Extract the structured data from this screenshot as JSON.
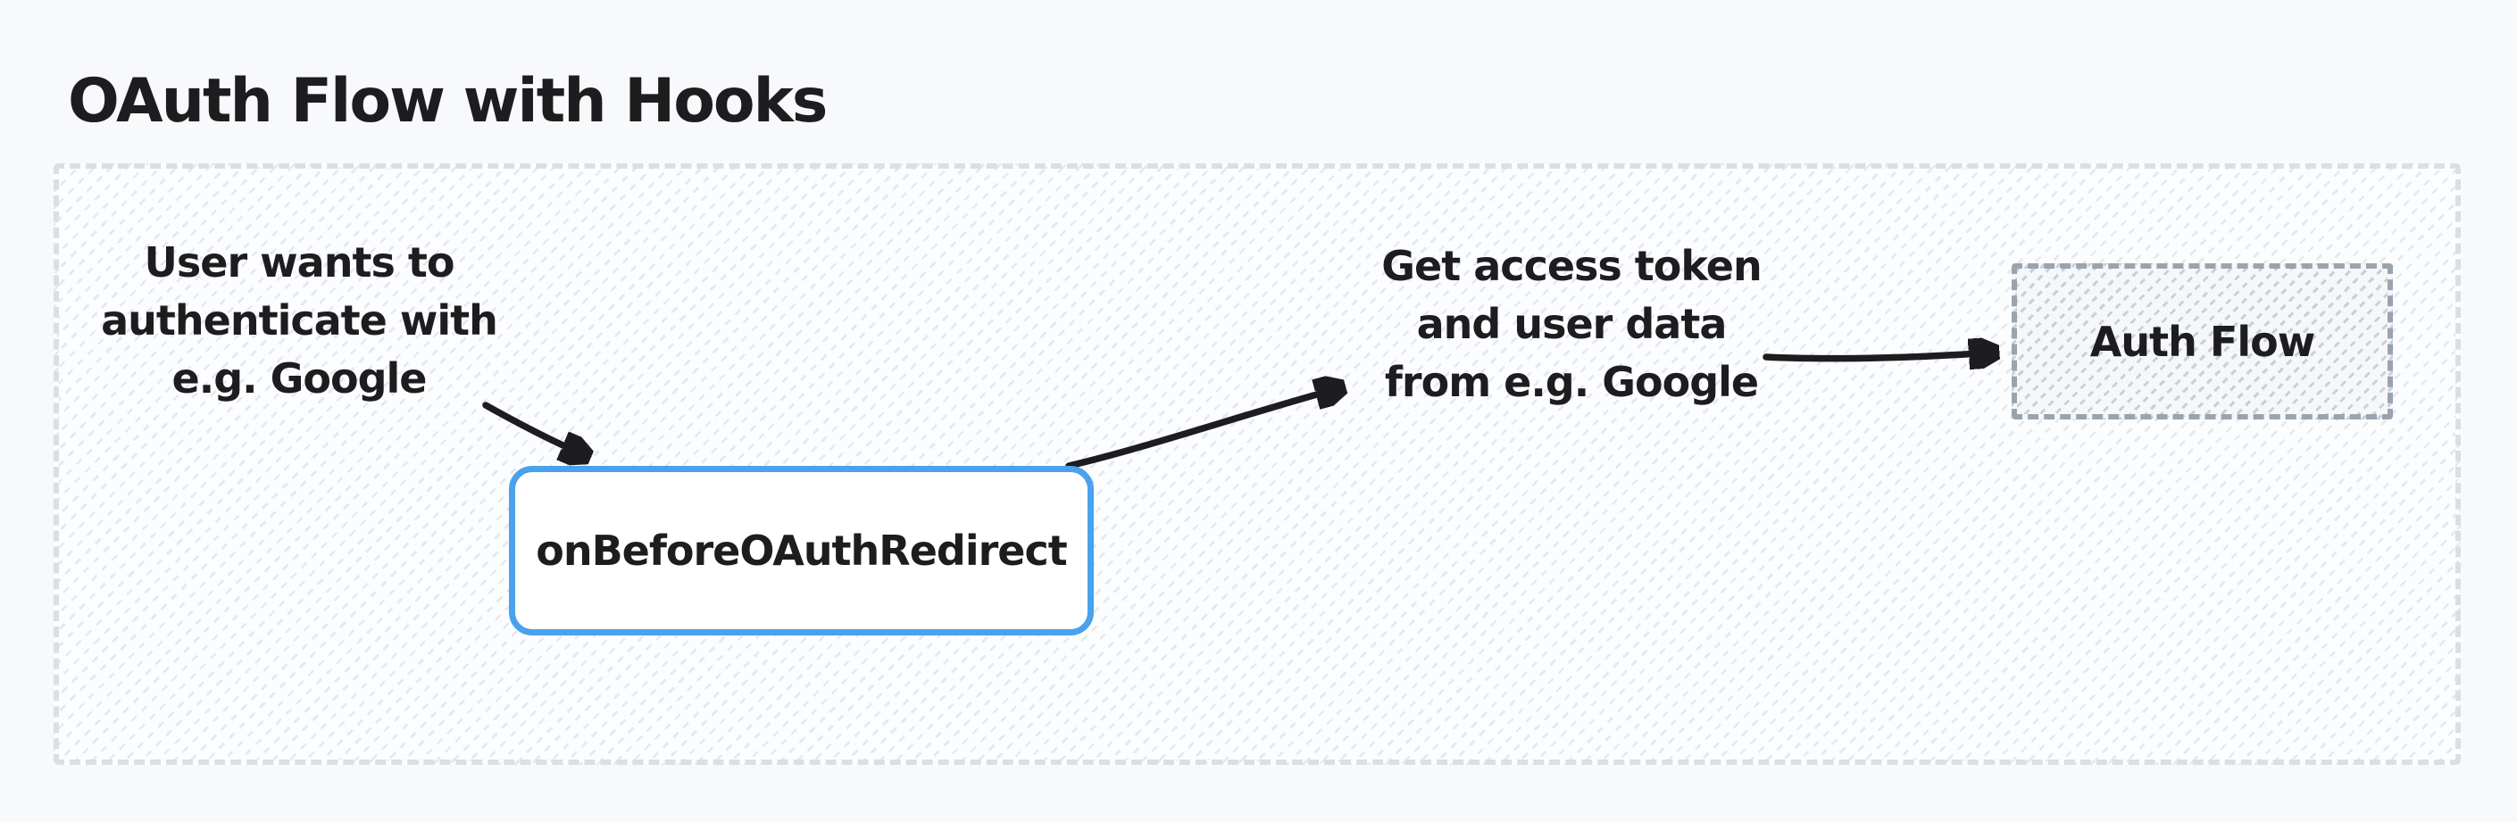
{
  "title": "OAuth Flow with Hooks",
  "flow": {
    "user_text": {
      "lines": [
        "User wants to",
        "authenticate with",
        "e.g. Google"
      ]
    },
    "hook_node": {
      "label": "onBeforeOAuthRedirect"
    },
    "token_text": {
      "lines": [
        "Get access token",
        "and user data",
        "from e.g. Google"
      ]
    },
    "auth_node": {
      "label": "Auth Flow"
    },
    "arrows": [
      {
        "from": "user-text",
        "to": "hook-node"
      },
      {
        "from": "hook-node",
        "to": "token-text"
      },
      {
        "from": "token-text",
        "to": "auth-flow-node"
      }
    ]
  },
  "colors": {
    "page_background": "#f8f9fa",
    "text": "#1d1d20",
    "hook_node_border": "#4aa1ec",
    "frame_dash": "#dbdfe4",
    "auth_node_dash": "#9aa4af",
    "arrow_stroke": "#1d1d20"
  }
}
